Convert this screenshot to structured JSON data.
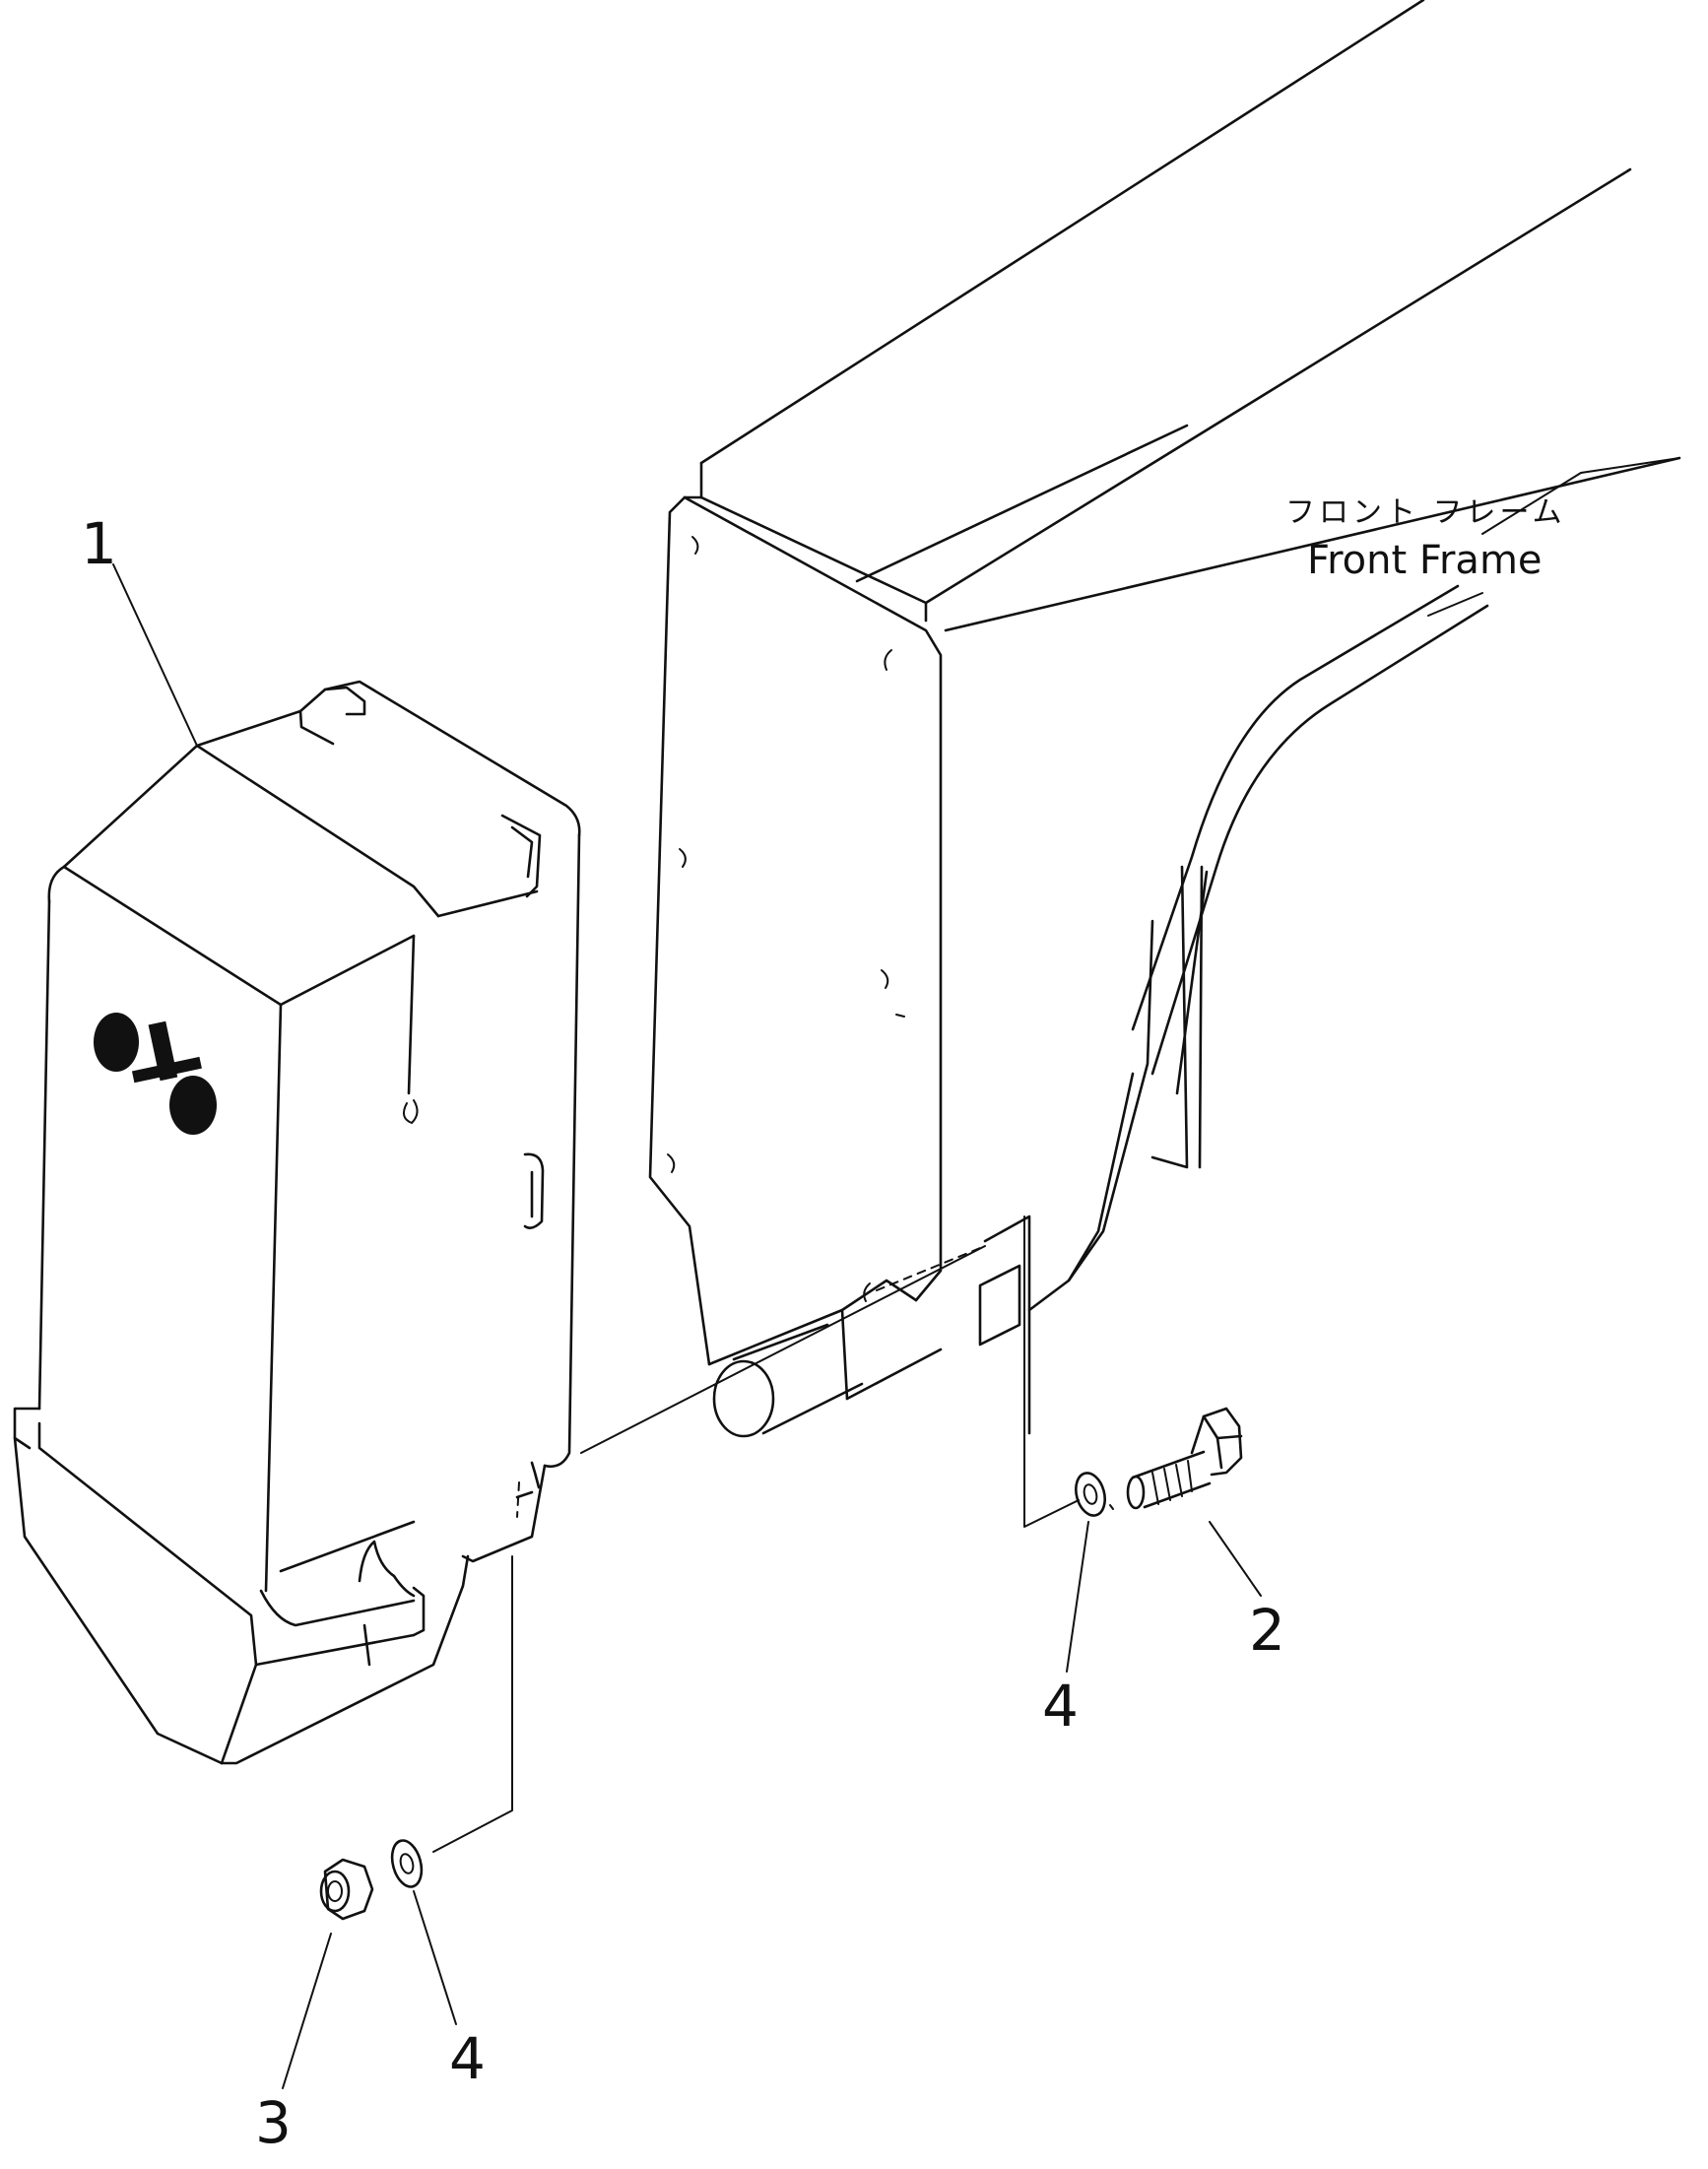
{
  "callouts": {
    "part_1": "1",
    "part_2": "2",
    "part_3": "3",
    "part_4a": "4",
    "part_4b": "4"
  },
  "frame_label": {
    "japanese": "フロント フレーム",
    "english": "Front Frame"
  },
  "colors": {
    "line": "#111111",
    "background": "#ffffff"
  }
}
